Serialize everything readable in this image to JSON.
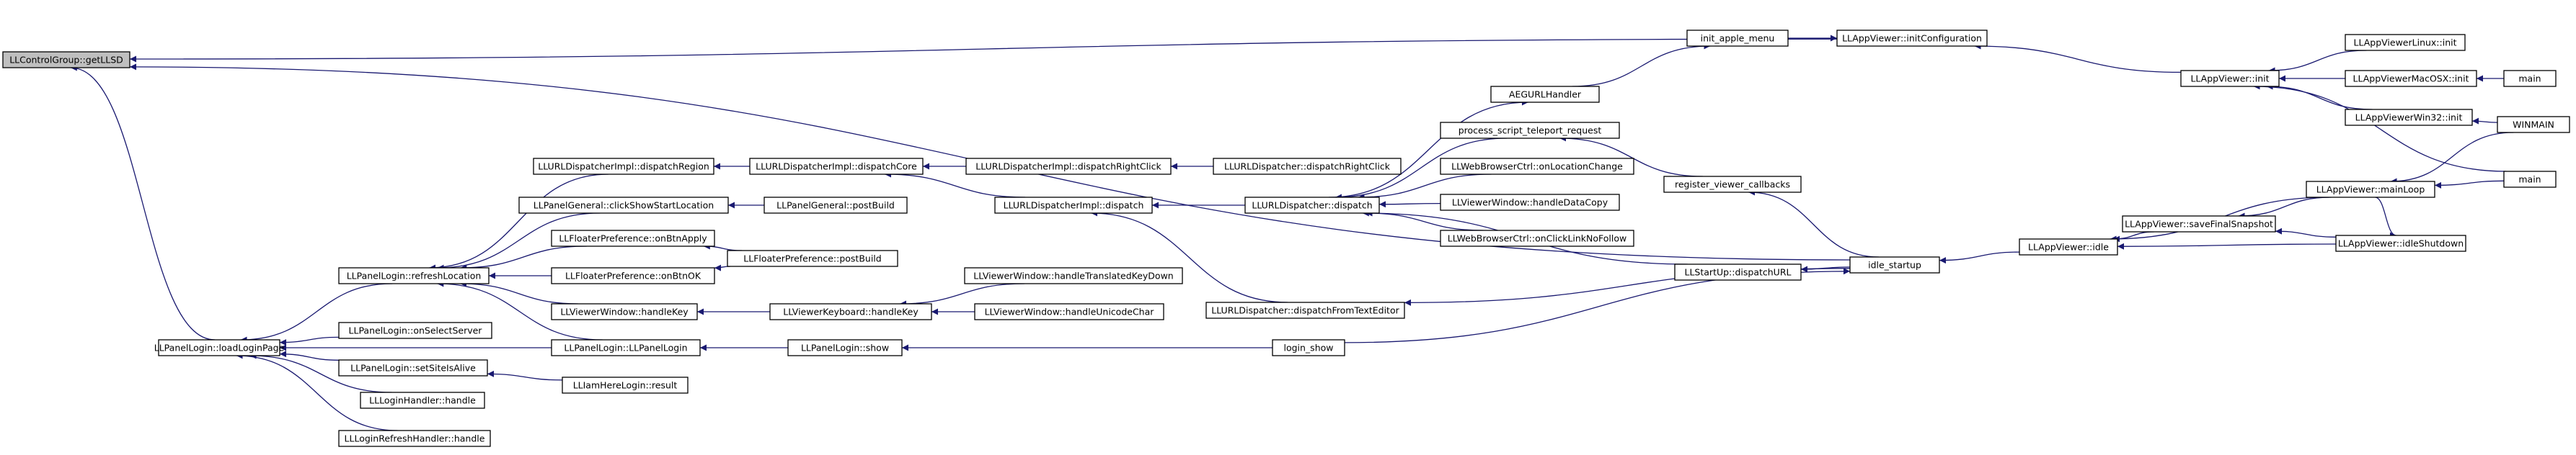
{
  "diagram": {
    "kind": "caller-graph",
    "colors": {
      "edge": "#191970",
      "node_border": "#000000",
      "root_fill": "#bfbfbf",
      "node_fill": "#ffffff"
    },
    "nodes": [
      {
        "id": "n0",
        "label": "LLControlGroup::getLLSD",
        "root": true
      },
      {
        "id": "n1",
        "label": "LLAppViewer::initConfiguration"
      },
      {
        "id": "n2",
        "label": "init_apple_menu"
      },
      {
        "id": "n3",
        "label": "AEGURLHandler"
      },
      {
        "id": "n4",
        "label": "LLAppViewer::init"
      },
      {
        "id": "n5",
        "label": "LLAppViewerLinux::init"
      },
      {
        "id": "n6",
        "label": "LLAppViewerMacOSX::init"
      },
      {
        "id": "n7",
        "label": "main"
      },
      {
        "id": "n8",
        "label": "LLAppViewerWin32::init"
      },
      {
        "id": "n9",
        "label": "WINMAIN"
      },
      {
        "id": "n10",
        "label": "main"
      },
      {
        "id": "n11",
        "label": "process_script_teleport_request"
      },
      {
        "id": "n12",
        "label": "LLWebBrowserCtrl::onLocationChange"
      },
      {
        "id": "n13",
        "label": "register_viewer_callbacks"
      },
      {
        "id": "n14",
        "label": "LLViewerWindow::handleDataCopy"
      },
      {
        "id": "n15",
        "label": "LLWebBrowserCtrl::onClickLinkNoFollow"
      },
      {
        "id": "n16",
        "label": "LLStartUp::dispatchURL"
      },
      {
        "id": "n17",
        "label": "idle_startup"
      },
      {
        "id": "n18",
        "label": "LLAppViewer::idle"
      },
      {
        "id": "n19",
        "label": "LLAppViewer::mainLoop"
      },
      {
        "id": "n20",
        "label": "LLAppViewer::saveFinalSnapshot"
      },
      {
        "id": "n21",
        "label": "LLAppViewer::idleShutdown"
      },
      {
        "id": "n22",
        "label": "LLURLDispatcherImpl::dispatchRegion"
      },
      {
        "id": "n23",
        "label": "LLURLDispatcherImpl::dispatchCore"
      },
      {
        "id": "n24",
        "label": "LLURLDispatcherImpl::dispatchRightClick"
      },
      {
        "id": "n25",
        "label": "LLURLDispatcher::dispatchRightClick"
      },
      {
        "id": "n26",
        "label": "LLURLDispatcherImpl::dispatch"
      },
      {
        "id": "n27",
        "label": "LLURLDispatcher::dispatch"
      },
      {
        "id": "n28",
        "label": "LLPanelGeneral::clickShowStartLocation"
      },
      {
        "id": "n29",
        "label": "LLPanelGeneral::postBuild"
      },
      {
        "id": "n30",
        "label": "LLFloaterPreference::onBtnApply"
      },
      {
        "id": "n31",
        "label": "LLFloaterPreference::postBuild"
      },
      {
        "id": "n32",
        "label": "LLFloaterPreference::onBtnOK"
      },
      {
        "id": "n33",
        "label": "LLPanelLogin::refreshLocation"
      },
      {
        "id": "n34",
        "label": "LLViewerWindow::handleTranslatedKeyDown"
      },
      {
        "id": "n35",
        "label": "LLURLDispatcher::dispatchFromTextEditor"
      },
      {
        "id": "n36",
        "label": "LLViewerWindow::handleKey"
      },
      {
        "id": "n37",
        "label": "LLViewerKeyboard::handleKey"
      },
      {
        "id": "n38",
        "label": "LLViewerWindow::handleUnicodeChar"
      },
      {
        "id": "n39",
        "label": "LLPanelLogin::onSelectServer"
      },
      {
        "id": "n40",
        "label": "LLPanelLogin::LLPanelLogin"
      },
      {
        "id": "n41",
        "label": "LLPanelLogin::show"
      },
      {
        "id": "n42",
        "label": "login_show"
      },
      {
        "id": "n43",
        "label": "LLPanelLogin::loadLoginPage"
      },
      {
        "id": "n44",
        "label": "LLPanelLogin::setSiteIsAlive"
      },
      {
        "id": "n45",
        "label": "LLIamHereLogin::result"
      },
      {
        "id": "n46",
        "label": "LLLoginHandler::handle"
      },
      {
        "id": "n47",
        "label": "LLLoginRefreshHandler::handle"
      }
    ],
    "edges": [
      [
        "n1",
        "n0"
      ],
      [
        "n17",
        "n0"
      ],
      [
        "n43",
        "n0"
      ],
      [
        "n2",
        "n1"
      ],
      [
        "n4",
        "n1"
      ],
      [
        "n3",
        "n2"
      ],
      [
        "n5",
        "n4"
      ],
      [
        "n6",
        "n4"
      ],
      [
        "n8",
        "n4"
      ],
      [
        "n10",
        "n4"
      ],
      [
        "n7",
        "n6"
      ],
      [
        "n9",
        "n8"
      ],
      [
        "n9",
        "n19"
      ],
      [
        "n10",
        "n19"
      ],
      [
        "n27",
        "n3"
      ],
      [
        "n11",
        "n27"
      ],
      [
        "n12",
        "n27"
      ],
      [
        "n14",
        "n27"
      ],
      [
        "n15",
        "n27"
      ],
      [
        "n16",
        "n27"
      ],
      [
        "n13",
        "n11"
      ],
      [
        "n17",
        "n13"
      ],
      [
        "n17",
        "n16"
      ],
      [
        "n17",
        "n35"
      ],
      [
        "n42",
        "n17"
      ],
      [
        "n18",
        "n17"
      ],
      [
        "n19",
        "n18"
      ],
      [
        "n20",
        "n18"
      ],
      [
        "n21",
        "n18"
      ],
      [
        "n19",
        "n20"
      ],
      [
        "n21",
        "n20"
      ],
      [
        "n19",
        "n21"
      ],
      [
        "n23",
        "n22"
      ],
      [
        "n24",
        "n23"
      ],
      [
        "n26",
        "n23"
      ],
      [
        "n25",
        "n24"
      ],
      [
        "n27",
        "n26"
      ],
      [
        "n35",
        "n26"
      ],
      [
        "n22",
        "n33"
      ],
      [
        "n28",
        "n33"
      ],
      [
        "n30",
        "n33"
      ],
      [
        "n32",
        "n33"
      ],
      [
        "n36",
        "n33"
      ],
      [
        "n40",
        "n33"
      ],
      [
        "n29",
        "n28"
      ],
      [
        "n31",
        "n30"
      ],
      [
        "n31",
        "n32"
      ],
      [
        "n37",
        "n36"
      ],
      [
        "n34",
        "n37"
      ],
      [
        "n38",
        "n37"
      ],
      [
        "n41",
        "n40"
      ],
      [
        "n42",
        "n41"
      ],
      [
        "n33",
        "n43"
      ],
      [
        "n39",
        "n43"
      ],
      [
        "n40",
        "n43"
      ],
      [
        "n44",
        "n43"
      ],
      [
        "n46",
        "n43"
      ],
      [
        "n47",
        "n43"
      ],
      [
        "n45",
        "n44"
      ]
    ]
  }
}
